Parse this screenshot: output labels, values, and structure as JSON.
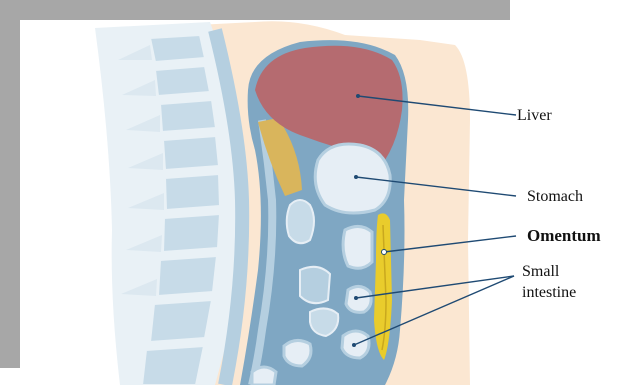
{
  "colors": {
    "frame_gray": "#a7a7a7",
    "background": "#ffffff",
    "body_skin": "#fbe7d2",
    "spine_light": "#e1ecf3",
    "spine_blue": "#b5cfe0",
    "cavity_blue": "#7fa7c3",
    "liver": "#b56b70",
    "omentum_yellow": "#e9cc2c",
    "fat_tan": "#d9b55c",
    "organ_pale": "#e6eef5",
    "leader_line": "#1f4a73"
  },
  "labels": {
    "liver": "Liver",
    "stomach": "Stomach",
    "omentum": "Omentum",
    "small_intestine_line1": "Small",
    "small_intestine_line2": "intestine"
  }
}
